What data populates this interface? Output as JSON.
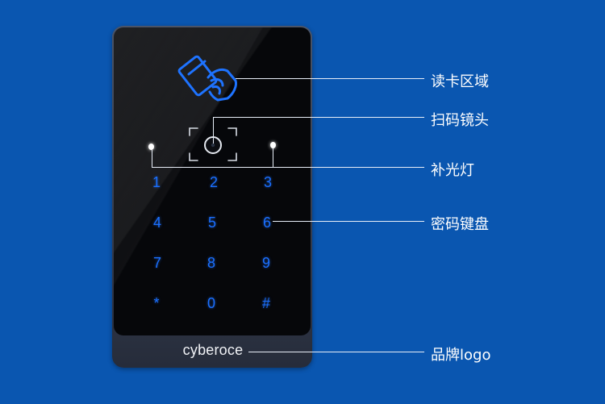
{
  "device": {
    "brand_logo": "cyberoce",
    "keypad": [
      "1",
      "2",
      "3",
      "4",
      "5",
      "6",
      "7",
      "8",
      "9",
      "*",
      "0",
      "#"
    ]
  },
  "callouts": {
    "card_area": "读卡区域",
    "scan_lens": "扫码镜头",
    "fill_light": "补光灯",
    "keypad": "密码键盘",
    "brand_logo": "品牌logo"
  },
  "colors": {
    "background": "#0a56b0",
    "key_glow": "#1a6fff",
    "panel": "#06070a"
  },
  "icons": [
    "card-reader-icon",
    "scan-lens-icon",
    "fill-light-icon"
  ]
}
